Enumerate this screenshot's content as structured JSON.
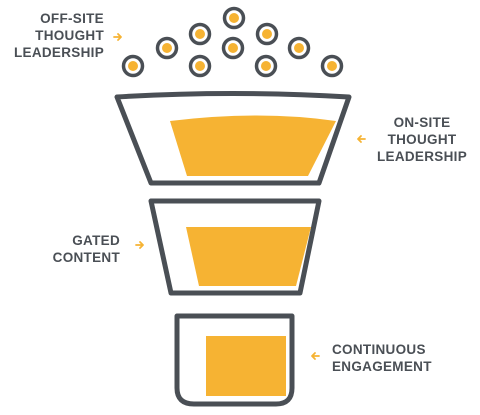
{
  "colors": {
    "outline": "#4a4f55",
    "fill": "#f6b333",
    "text": "#4a4f55",
    "background": "#ffffff"
  },
  "stages": [
    {
      "id": "off-site",
      "lines": [
        "OFF-SITE",
        "THOUGHT",
        "LEADERSHIP"
      ]
    },
    {
      "id": "on-site",
      "lines": [
        "ON-SITE",
        "THOUGHT",
        "LEADERSHIP"
      ]
    },
    {
      "id": "gated",
      "lines": [
        "GATED",
        "CONTENT"
      ]
    },
    {
      "id": "continuous",
      "lines": [
        "CONTINUOUS",
        "ENGAGEMENT"
      ]
    }
  ]
}
